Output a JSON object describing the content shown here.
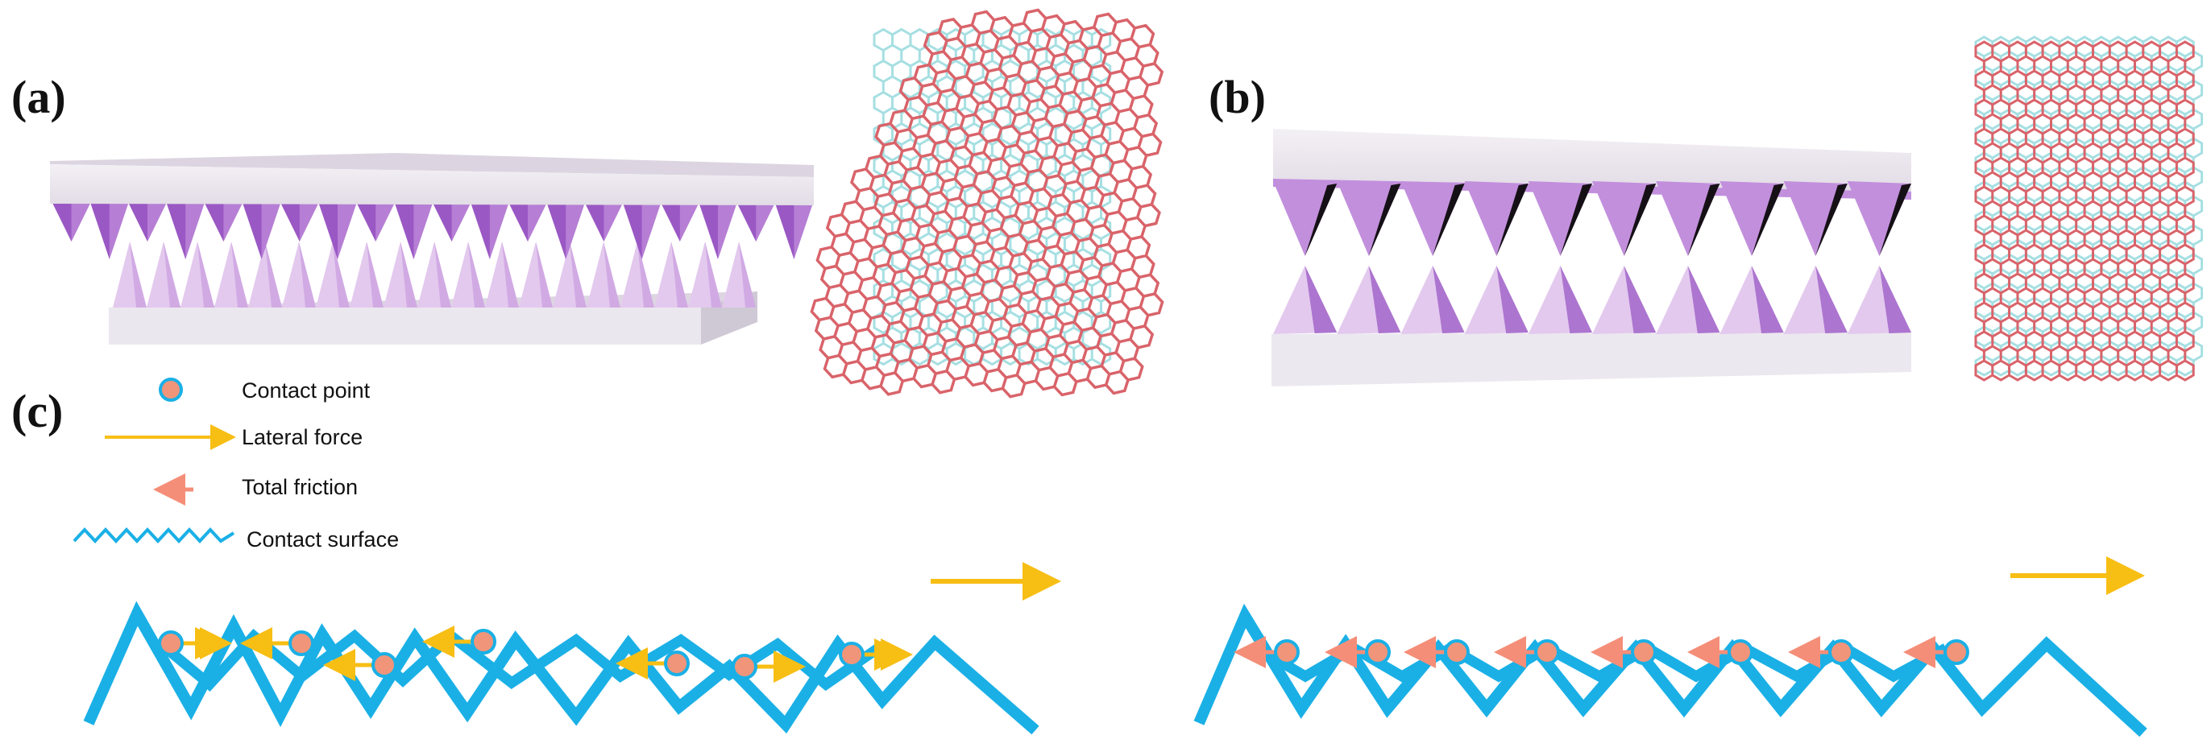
{
  "panels": {
    "a": "(a)",
    "b": "(b)",
    "c": "(c)"
  },
  "legend": [
    {
      "key": "contact-point",
      "label": "Contact point"
    },
    {
      "key": "lateral-force",
      "label": "Lateral force"
    },
    {
      "key": "total-friction",
      "label": "Total friction"
    },
    {
      "key": "contact-surface",
      "label": "Contact surface"
    }
  ],
  "colors": {
    "plate_top": "#ece8ef",
    "plate_side": "#d8d2dc",
    "pyramid_dark": "#9a58c4",
    "pyramid_mid": "#c28fdd",
    "pyramid_light": "#e3c9ee",
    "pyramid_black": "#151015",
    "lattice_cyan": "#a6dfe2",
    "lattice_red": "#d9636a",
    "surface_line": "#1ab0e6",
    "contact_fill": "#f0957a",
    "contact_stroke": "#1ab0e6",
    "lateral_arrow": "#f7be14",
    "friction_arrow": "#f58e78"
  }
}
